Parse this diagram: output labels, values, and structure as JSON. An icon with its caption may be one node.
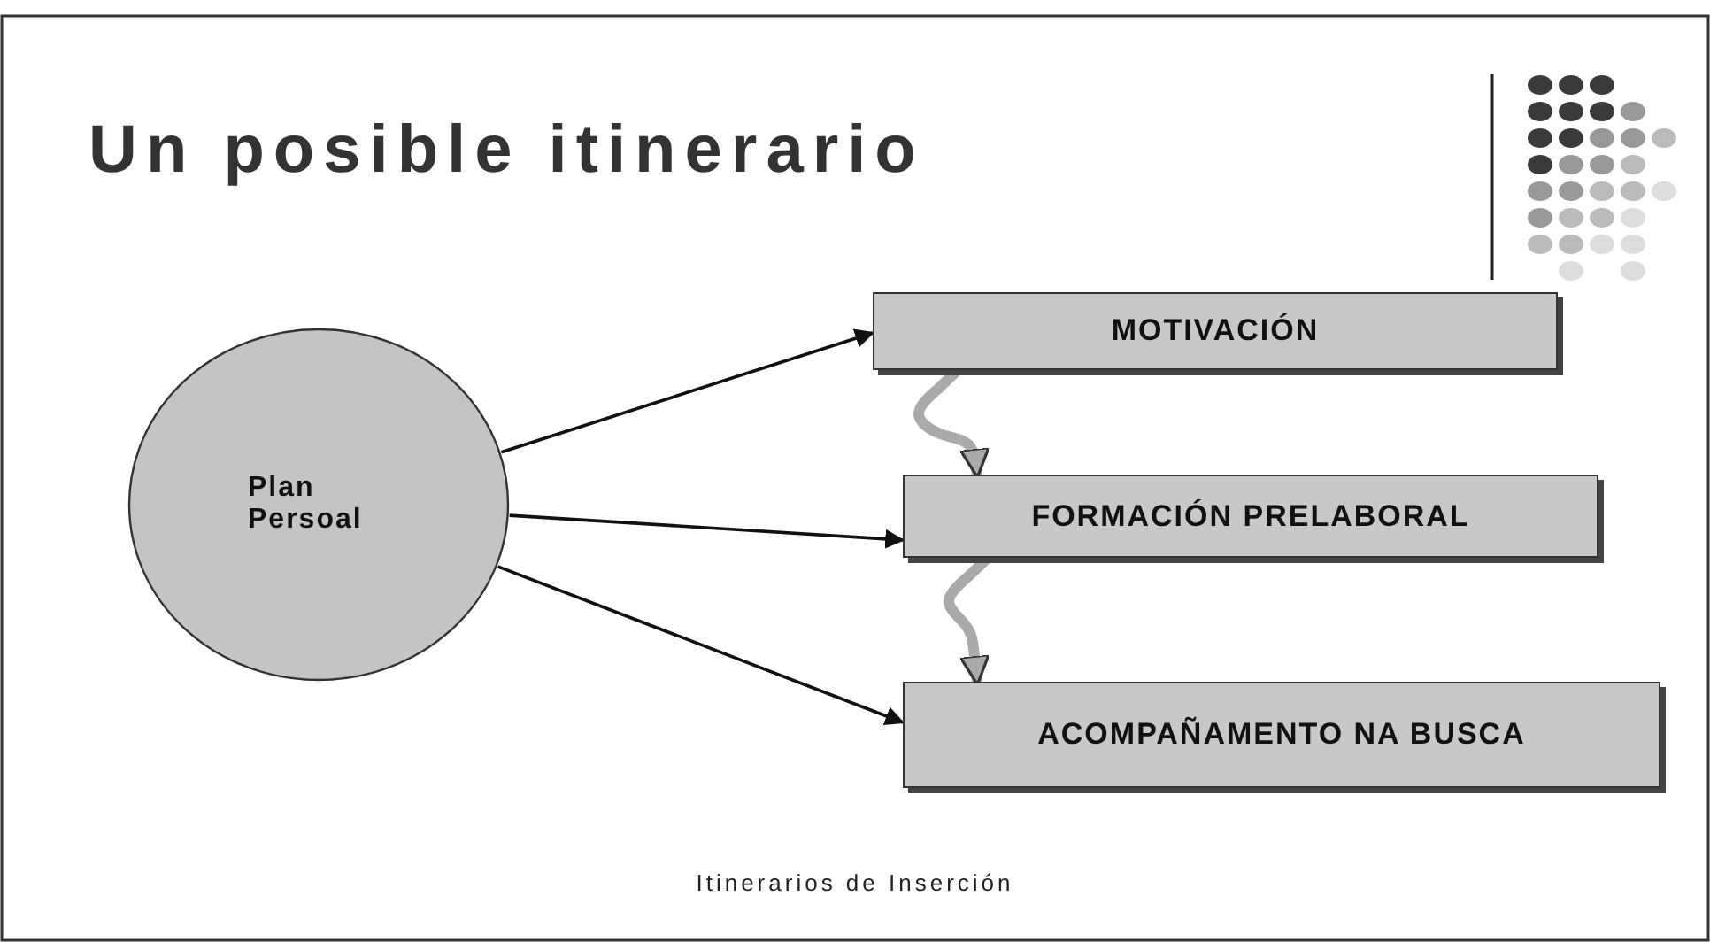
{
  "diagram": {
    "title": "Un posible itinerario",
    "caption": "Itinerarios de Inserción",
    "nodes": [
      {
        "text": [
          "Plan Persoal"
        ]
      },
      {
        "text": [
          "MOTIVACIÓN"
        ]
      },
      {
        "text": [
          "FORMACIÓN PRELABORAL"
        ]
      },
      {
        "text": [
          "ACOMPAÑAMENTO NA BUSCA"
        ]
      }
    ],
    "edges": [
      {
        "from": 0,
        "to": 1,
        "arrow": "to"
      },
      {
        "from": 0,
        "to": 2,
        "arrow": "to"
      },
      {
        "from": 0,
        "to": 3,
        "arrow": "to"
      },
      {
        "from": 1,
        "to": 2,
        "arrow": "to",
        "style": "thick",
        "color": "#aaaaaa"
      },
      {
        "from": 2,
        "to": 3,
        "arrow": "to",
        "style": "thick",
        "color": "#aaaaaa"
      }
    ]
  }
}
